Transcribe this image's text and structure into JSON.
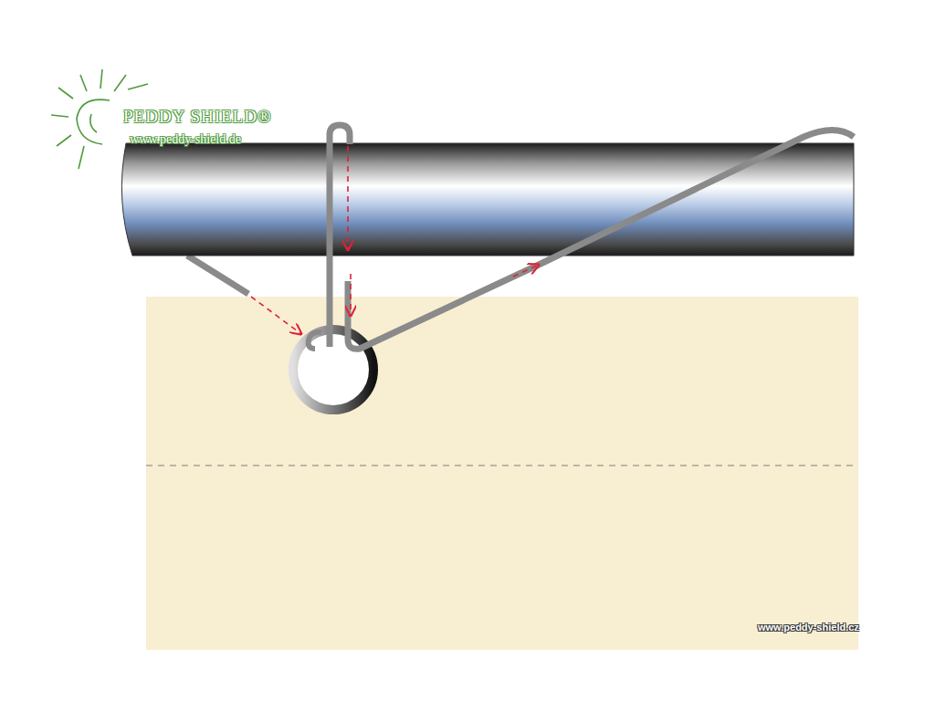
{
  "diagram": {
    "labels": [
      "PEDDY SHIELD®",
      "www.peddy-shield.de",
      "www.peddy-shield.cz"
    ]
  }
}
